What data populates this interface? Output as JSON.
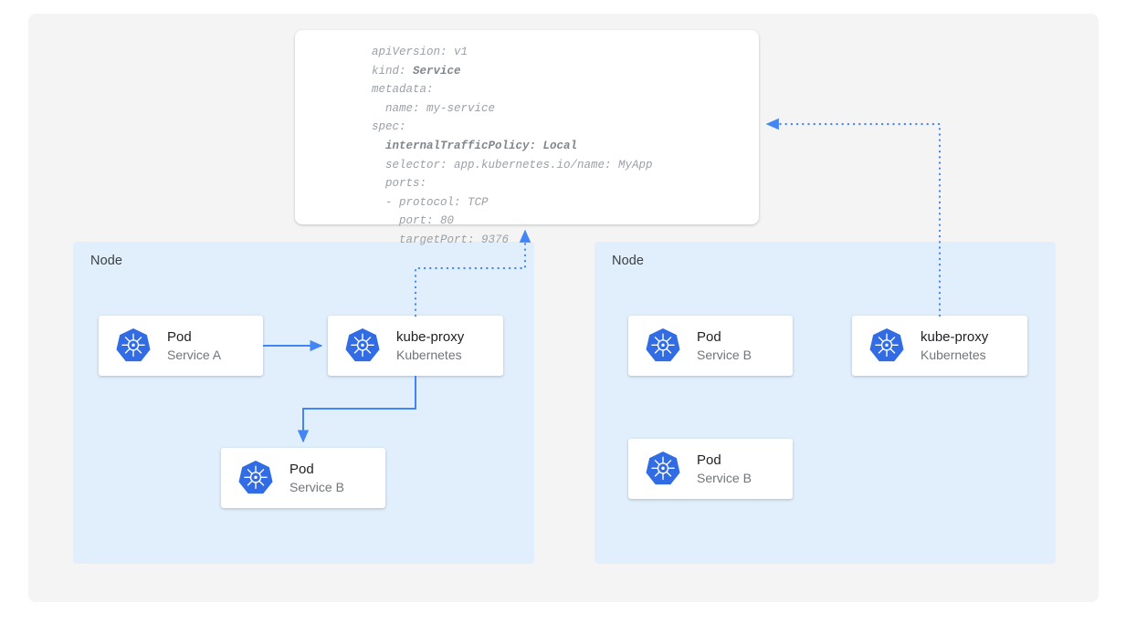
{
  "canvas": {
    "background": "#f4f4f4",
    "page_background": "#ffffff"
  },
  "colors": {
    "node_panel": "#e1effd",
    "card_background": "#ffffff",
    "connector_blue": "#4285f4",
    "k8s_blue": "#326ce5",
    "title_text": "#202124",
    "subtitle_text": "#70757a",
    "code_text": "#9aa0a6",
    "code_bold_text": "#80868b"
  },
  "yaml_manifest": {
    "name": "service-manifest",
    "lines": [
      {
        "text": "apiVersion: v1",
        "bold": false
      },
      {
        "text": "kind: ",
        "bold_suffix": "Service"
      },
      {
        "text": "metadata:",
        "bold": false
      },
      {
        "text": "  name: my-service",
        "bold": false
      },
      {
        "text": "spec:",
        "bold": false
      },
      {
        "text": "  internalTrafficPolicy: Local",
        "bold": true
      },
      {
        "text": "  selector: app.kubernetes.io/name: MyApp",
        "bold": false
      },
      {
        "text": "  ports:",
        "bold": false
      },
      {
        "text": "  - protocol: TCP",
        "bold": false
      },
      {
        "text": "    port: 80",
        "bold": false
      },
      {
        "text": "    targetPort: 9376",
        "bold": false
      }
    ],
    "plain_text": "apiVersion: v1\nkind: Service\nmetadata:\n  name: my-service\nspec:\n  internalTrafficPolicy: Local\n  selector: app.kubernetes.io/name: MyApp\n  ports:\n  - protocol: TCP\n    port: 80\n    targetPort: 9376"
  },
  "nodes": [
    {
      "label": "Node",
      "side": "left",
      "cards": [
        {
          "title": "Pod",
          "subtitle": "Service A",
          "icon": "kubernetes-icon"
        },
        {
          "title": "kube-proxy",
          "subtitle": "Kubernetes",
          "icon": "kubernetes-icon"
        },
        {
          "title": "Pod",
          "subtitle": "Service B",
          "icon": "kubernetes-icon"
        }
      ]
    },
    {
      "label": "Node",
      "side": "right",
      "cards": [
        {
          "title": "Pod",
          "subtitle": "Service B",
          "icon": "kubernetes-icon"
        },
        {
          "title": "Pod",
          "subtitle": "Service B",
          "icon": "kubernetes-icon"
        },
        {
          "title": "kube-proxy",
          "subtitle": "Kubernetes",
          "icon": "kubernetes-icon"
        }
      ]
    }
  ],
  "connectors": [
    {
      "name": "pod-a-to-kube-proxy",
      "style": "solid",
      "arrow": "end"
    },
    {
      "name": "kube-proxy-to-local-pod-b",
      "style": "solid",
      "arrow": "end"
    },
    {
      "name": "left-kube-proxy-to-manifest",
      "style": "dotted",
      "arrow": "end"
    },
    {
      "name": "right-kube-proxy-to-manifest",
      "style": "dotted",
      "arrow": "end"
    }
  ]
}
